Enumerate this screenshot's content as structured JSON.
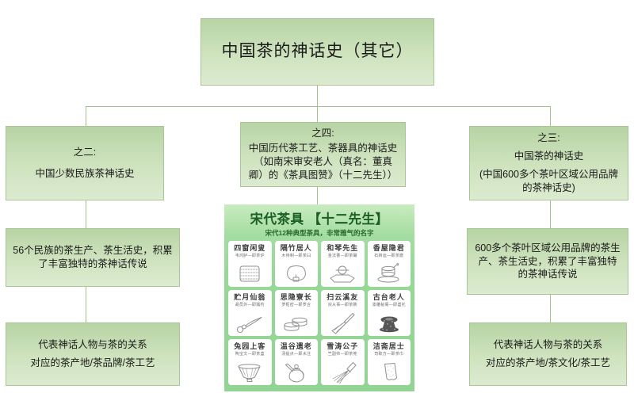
{
  "title": "中国茶的神话史（其它）",
  "colors": {
    "node_fill_top": "#b7d4a4",
    "node_fill_bottom": "#dcebd0",
    "node_border": "#a9c795",
    "connector": "#a4c18b",
    "poster_background": "#96d897",
    "poster_title_color": "#1b5e23",
    "text_color": "#1a1a1a"
  },
  "branches": {
    "left": {
      "heading": "之二:",
      "body": "中国少数民族茶神话史",
      "detail": "56个民族的茶生产、茶生活史，积累了丰富独特的茶神话传说",
      "footer_line1": "代表神话人物与茶的关系",
      "footer_line2": "对应的茶产地/茶品牌/茶工艺"
    },
    "middle": {
      "heading": "之四:",
      "body": "中国历代茶工艺、茶器具的神话史（如南宋审安老人（真名：董真卿）的《茶具图赞》（十二先生））"
    },
    "right": {
      "heading": "之三:",
      "body": "中国茶的神话史",
      "body_note": "(中国600多个茶叶区域公用品牌的茶神话史)",
      "detail": "600多个茶叶区域公用品牌的茶生产、茶生活史，积累了丰富独特的茶神话传说",
      "footer_line1": "代表神话人物与茶的关系",
      "footer_line2": "对应的茶产地/茶文化/茶工艺"
    }
  },
  "poster": {
    "title": "宋代茶具 【十二先生】",
    "subtitle": "宋代12种典型茶具，非常雅气的名字",
    "utensils": [
      {
        "title": "四窗闲叟",
        "subtitle": "韦鸿胪—即茶炉",
        "icon": "tea-stove-icon"
      },
      {
        "title": "隔竹居人",
        "subtitle": "木待制—即茶臼",
        "icon": "tea-mortar-icon"
      },
      {
        "title": "和琴先生",
        "subtitle": "金法曹—即茶碾",
        "icon": "tea-roller-icon"
      },
      {
        "title": "香屋隐君",
        "subtitle": "石转运—即茶磨",
        "icon": "stone-mill-icon"
      },
      {
        "title": "贮月仙翁",
        "subtitle": "胡员外—即瓢杓",
        "icon": "gourd-ladle-icon"
      },
      {
        "title": "思隐寮长",
        "subtitle": "罗枢密—即罗合",
        "icon": "sieve-box-icon"
      },
      {
        "title": "扫云溪友",
        "subtitle": "宗从事—即茶刷",
        "icon": "tea-brush-icon"
      },
      {
        "title": "古台老人",
        "subtitle": "漆雕秘阁—即盏托",
        "icon": "cup-stand-icon"
      },
      {
        "title": "兔园上客",
        "subtitle": "陶宝文—即茶盏",
        "icon": "tea-bowl-icon"
      },
      {
        "title": "温谷遗老",
        "subtitle": "汤提点—即水注",
        "icon": "water-ewer-icon"
      },
      {
        "title": "雪涛公子",
        "subtitle": "竺副帅—即茶筅",
        "icon": "tea-whisk-icon"
      },
      {
        "title": "洁斋居士",
        "subtitle": "司职方—即茶巾",
        "icon": "tea-cloth-icon"
      }
    ]
  }
}
